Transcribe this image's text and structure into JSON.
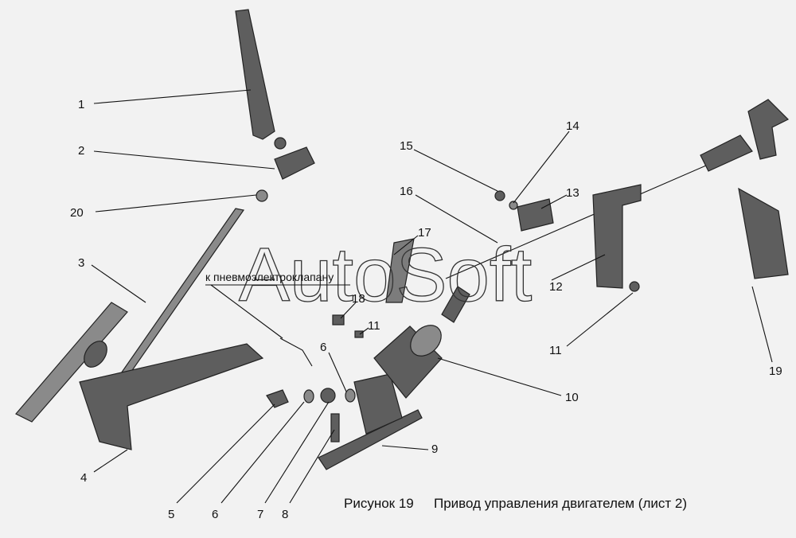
{
  "caption": {
    "figure": "Рисунок 19",
    "title": "Привод управления двигателем (лист 2)"
  },
  "note": "к пневмоэлектроклапану",
  "watermark": "AutoSoft",
  "callouts": {
    "c1": "1",
    "c2": "2",
    "c20": "20",
    "c3": "3",
    "c4": "4",
    "c5": "5",
    "c6a": "6",
    "c7": "7",
    "c8": "8",
    "c9": "9",
    "c10": "10",
    "c6b": "6",
    "c11a": "11",
    "c18": "18",
    "c17": "17",
    "c16": "16",
    "c15": "15",
    "c14": "14",
    "c13": "13",
    "c12": "12",
    "c11b": "11",
    "c19": "19"
  }
}
